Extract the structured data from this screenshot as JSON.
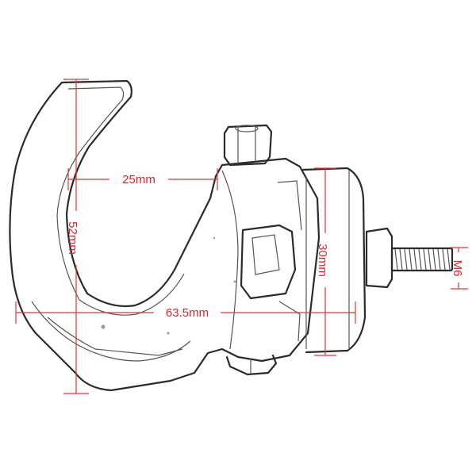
{
  "dimensions": {
    "jaw_opening": "25mm",
    "hook_height": "52mm",
    "overall_width": "63.5mm",
    "clamp_height": "30mm",
    "bolt_thread": "M6"
  },
  "colors": {
    "dimension": "#d7262f",
    "outline": "#2b2b2b",
    "background": "#ffffff"
  }
}
